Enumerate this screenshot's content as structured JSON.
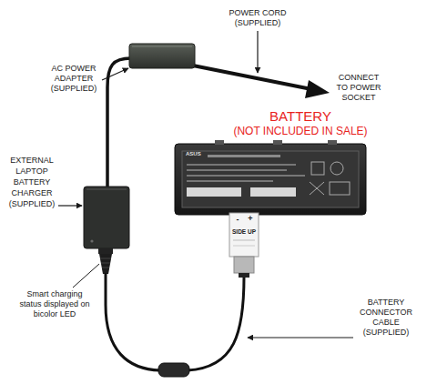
{
  "diagram": {
    "labels": [
      "POWER CORD (SUPPLIED)",
      "AC POWER ADAPTER (SUPPLIED)",
      "CONNECT TO POWER SOCKET",
      "BATTERY",
      "(NOT INCLUDED IN SALE)",
      "EXTERNAL LAPTOP BATTERY CHARGER (SUPPLIED)",
      "Smart charging status displayed on bicolor LED",
      "BATTERY CONNECTOR CABLE (SUPPLIED)",
      "ASUS",
      "-",
      "+",
      "SIDE UP"
    ]
  }
}
